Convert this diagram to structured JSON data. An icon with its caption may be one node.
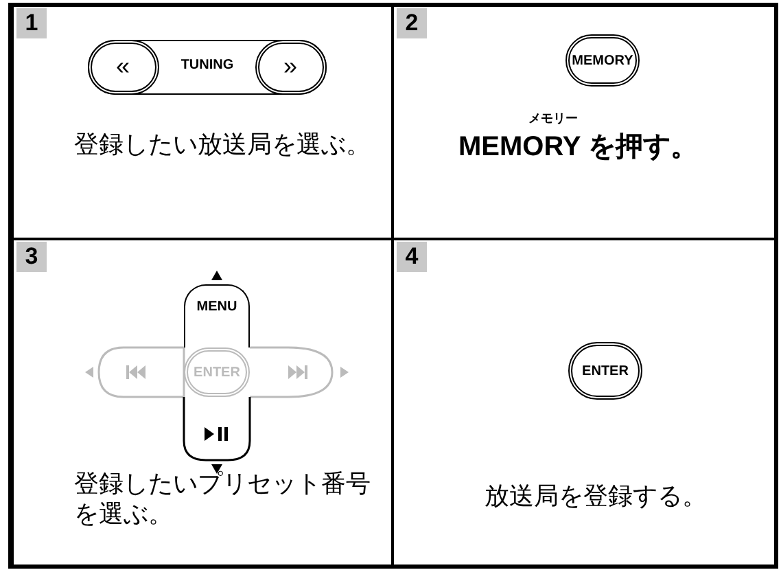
{
  "diagram": {
    "nodes": [
      {
        "text": [
          "1",
          "登録したい放送局を選ぶ。"
        ]
      },
      {
        "text": [
          "TUNING"
        ],
        "in": 0
      },
      {
        "text": [
          "«"
        ],
        "in": 1
      },
      {
        "text": [
          "»"
        ],
        "in": 1
      },
      {
        "text": [
          "2",
          "メモリー",
          "MEMORY を押す。"
        ]
      },
      {
        "text": [
          "MEMORY"
        ],
        "in": 4
      },
      {
        "text": [
          "3",
          "登録したいプリセット番号を選ぶ。"
        ]
      },
      {
        "text": [
          "MENU"
        ],
        "in": 6
      },
      {
        "text": [
          "ENTER"
        ],
        "in": 6
      },
      {
        "text": [
          "4",
          "放送局を登録する。"
        ]
      },
      {
        "text": [
          "ENTER"
        ],
        "in": 9
      }
    ]
  }
}
